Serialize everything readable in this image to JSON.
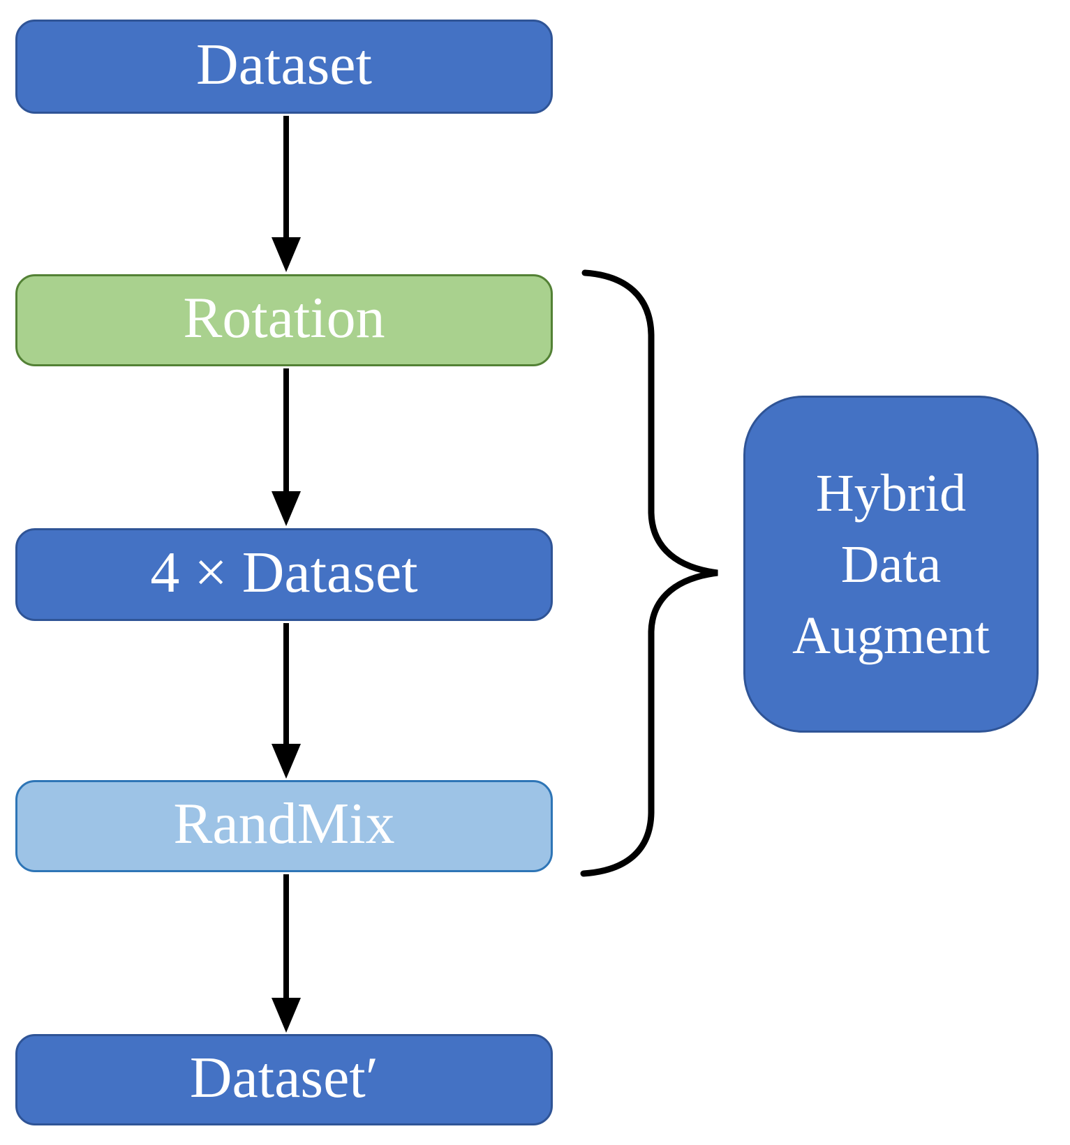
{
  "diagram": {
    "flow_nodes": [
      {
        "id": "dataset",
        "label": "Dataset",
        "fill": "#4472C4",
        "border": "#2F5496",
        "text_color": "#FFFFFF"
      },
      {
        "id": "rotation",
        "label": "Rotation",
        "fill": "#A9D18E",
        "border": "#538135",
        "text_color": "#FFFFFF"
      },
      {
        "id": "dataset-x4",
        "label": "4 × Dataset",
        "fill": "#4472C4",
        "border": "#2F5496",
        "text_color": "#FFFFFF"
      },
      {
        "id": "randmix",
        "label": "RandMix",
        "fill": "#9DC3E6",
        "border": "#2E75B6",
        "text_color": "#FFFFFF"
      },
      {
        "id": "dataset-prime",
        "label": "Dataset′",
        "fill": "#4472C4",
        "border": "#2F5496",
        "text_color": "#FFFFFF"
      }
    ],
    "group_box": {
      "lines": [
        "Hybrid",
        "Data",
        "Augment"
      ],
      "fill": "#4472C4",
      "border": "#2F5496",
      "text_color": "#FFFFFF"
    },
    "connector_color": "#000000",
    "background": "#FFFFFF"
  }
}
